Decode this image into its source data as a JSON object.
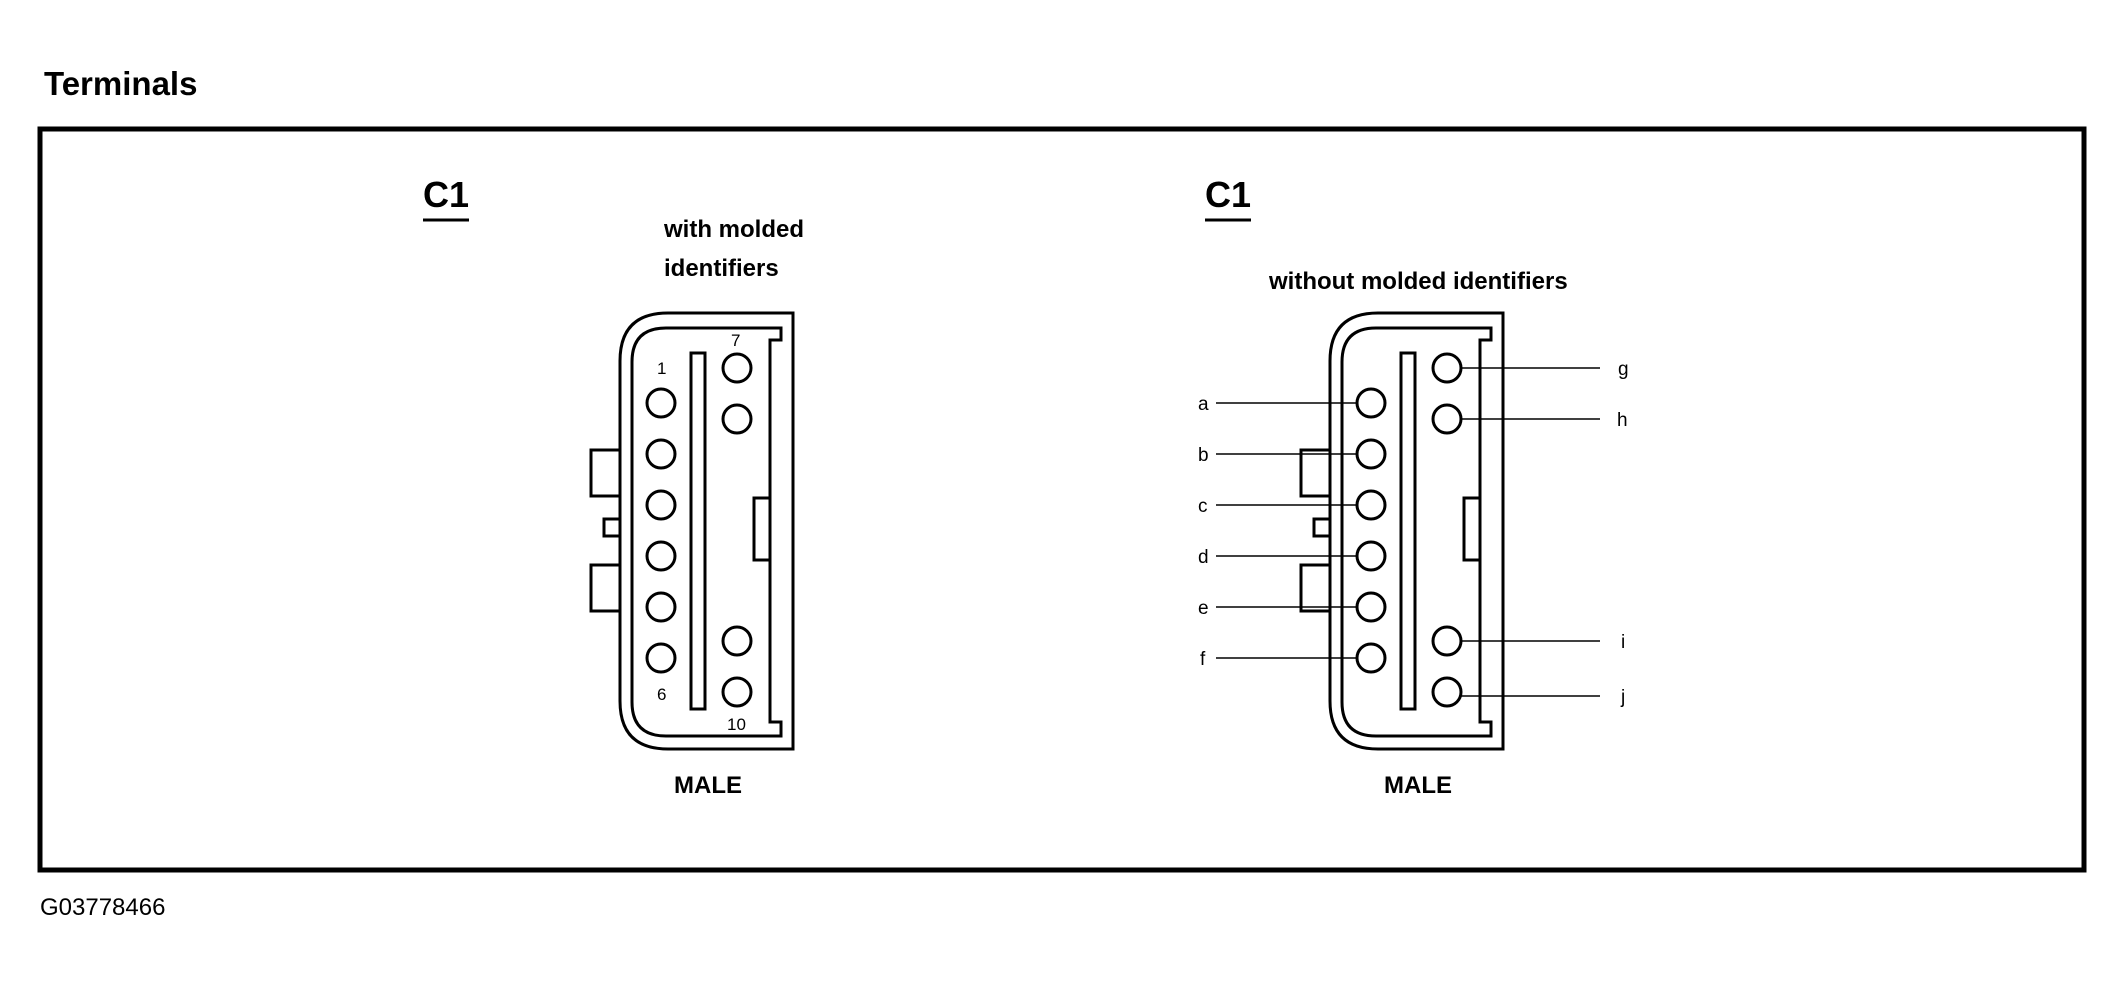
{
  "title": "Terminals",
  "figure_id": "G03778466",
  "left_connector": {
    "label": "C1",
    "subtitle_line1": "with molded",
    "subtitle_line2": "identifiers",
    "gender": "MALE",
    "pin_labels": [
      "1",
      "6",
      "7",
      "10"
    ]
  },
  "right_connector": {
    "label": "C1",
    "subtitle": "without molded identifiers",
    "gender": "MALE",
    "left_column_labels": [
      "a",
      "b",
      "c",
      "d",
      "e",
      "f"
    ],
    "right_column_labels": [
      "g",
      "h",
      "i",
      "j"
    ]
  }
}
